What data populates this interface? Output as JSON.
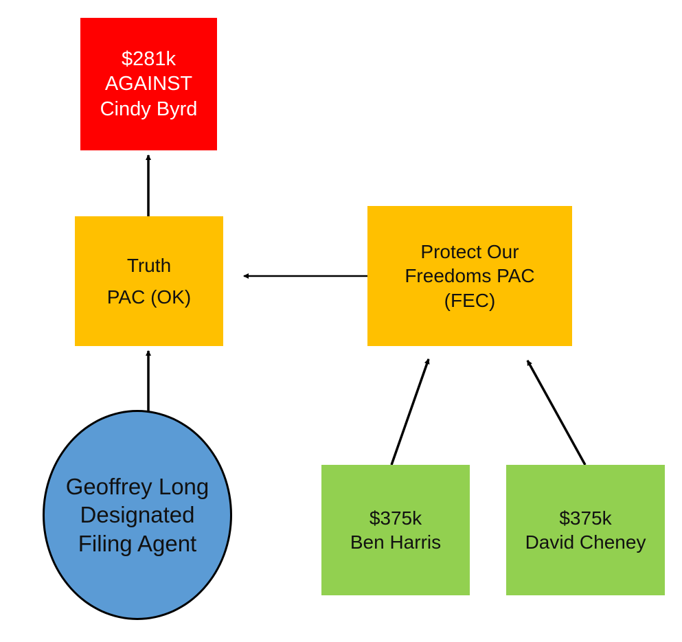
{
  "diagram": {
    "colors": {
      "against": "#ff0000",
      "pac": "#ffc000",
      "agent": "#5b9bd5",
      "donor": "#92d050",
      "edge": "#000000"
    },
    "nodes": {
      "against": {
        "lines": [
          "$281k",
          "AGAINST",
          "Cindy Byrd"
        ]
      },
      "truth_pac": {
        "lines": [
          "Truth",
          "PAC (OK)"
        ]
      },
      "protect_pac": {
        "lines": [
          "Protect Our",
          "Freedoms PAC",
          "(FEC)"
        ]
      },
      "agent": {
        "lines": [
          "Geoffrey Long",
          "Designated",
          "Filing Agent"
        ]
      },
      "donor_harris": {
        "lines": [
          "$375k",
          "Ben Harris"
        ]
      },
      "donor_cheney": {
        "lines": [
          "$375k",
          "David Cheney"
        ]
      }
    },
    "edges": [
      {
        "from": "truth_pac",
        "to": "against"
      },
      {
        "from": "protect_pac",
        "to": "truth_pac"
      },
      {
        "from": "agent",
        "to": "truth_pac"
      },
      {
        "from": "donor_harris",
        "to": "protect_pac"
      },
      {
        "from": "donor_cheney",
        "to": "protect_pac"
      }
    ]
  }
}
